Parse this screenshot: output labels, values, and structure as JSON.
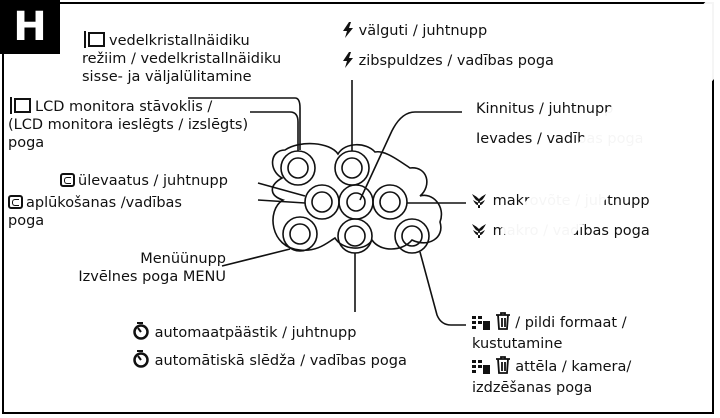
{
  "section_letter": "H",
  "labels": {
    "lcd_mode_line1": "vedelkristallnäidiku",
    "lcd_mode_line2": "režiim / vedelkristallnäidiku",
    "lcd_mode_line3": "sisse- ja väljalülitamine",
    "lcd_state_line1": "LCD monitora stāvoklis /",
    "lcd_state_line2": "(LCD monitora ieslēgts / izslēgts)",
    "lcd_state_line3": "poga",
    "flash_line1": "välguti / juhtnupp",
    "flash_line2": "zibspuldzes / vadības poga",
    "confirm_line1": "Kinnitus / juhtnupp",
    "confirm_line2": "Ievades / vadības poga",
    "review_line1": "ülevaatus / juhtnupp",
    "review_line2": "aplūkošanas /vadības",
    "review_line3": "poga",
    "macro_line1": "makrovõte / juhtnupp",
    "macro_line2": "makro / vadības poga",
    "menu_line1": "Menüünupp",
    "menu_line2": "Izvēlnes poga MENU",
    "selftimer_line1": "automaatpäästik / juhtnupp",
    "selftimer_line2": "automātiskā slēdža / vadības poga",
    "delete_line1": "/ pildi formaat /",
    "delete_line2": "kustutamine",
    "delete_line3": "attēla / kamera/",
    "delete_line4": "izdzēšanas poga"
  },
  "icons": [
    "lcd-monitor-icon",
    "flash-icon",
    "review-icon",
    "macro-flower-icon",
    "self-timer-icon",
    "image-size-icon",
    "trash-icon"
  ]
}
